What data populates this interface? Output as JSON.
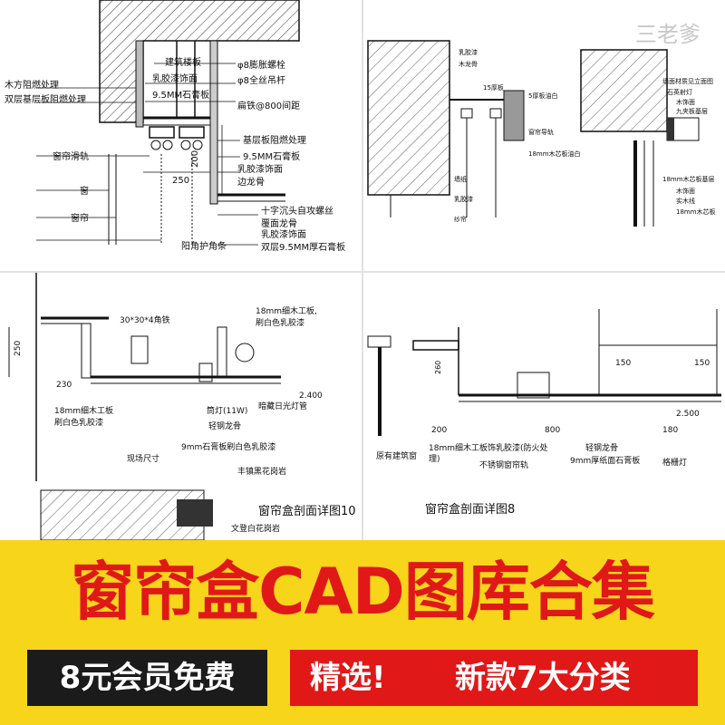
{
  "watermark": "三老爹",
  "panel1": {
    "labels": {
      "l1": "建筑楼板",
      "l2": "φ8膨胀螺栓",
      "l3": "乳胶漆饰面",
      "l4": "φ8全丝吊杆",
      "l5": "9.5MM石膏板",
      "l6": "扁铁@800间距",
      "l7": "基层板阻燃处理",
      "l8": "9.5MM石膏板",
      "l9": "乳胶漆饰面",
      "l10": "边龙骨",
      "l11": "十字沉头自攻螺丝",
      "l12": "覆面龙骨",
      "l13": "乳胶漆饰面",
      "l14": "双层9.5MM厚石膏板",
      "r1": "木方阻燃处理",
      "r2": "双层基层板阻燃处理",
      "r3": "窗帘滑轨",
      "r4": "窗",
      "r5": "窗帘",
      "r6": "阳角护角条",
      "d1": "250",
      "d2": "200"
    }
  },
  "panel2": {
    "labels": {
      "a1": "乳胶漆",
      "a2": "木龙骨",
      "a3": "15厚板",
      "a4": "5厚板油白",
      "a5": "窗帘导轨",
      "a6": "18mm木芯板油白",
      "a7": "墙纸",
      "a8": "乳胶漆",
      "a9": "纱帘",
      "b1": "墙面材质见立面图",
      "b2": "石英射灯",
      "b3": "木饰面",
      "b4": "九夹板基层",
      "b5": "18mm木芯板基层",
      "b6": "木饰面",
      "b7": "实木线",
      "b8": "18mm木芯板"
    }
  },
  "panel3": {
    "labels": {
      "c1": "18mm细木工板,",
      "c2": "刷白色乳胶漆",
      "c3": "30*30*4角铁",
      "c4": "筒灯(11W)",
      "c5": "暗藏日光灯管",
      "c6": "2.400",
      "c7": "轻钢龙骨",
      "c8": "18mm细木工板",
      "c9": "刷白色乳胶漆",
      "c10": "9mm石膏板刷白色乳胶漆",
      "c11": "现场尺寸",
      "c12": "丰镇黑花岗岩",
      "c13": "文登白花岗岩",
      "d1": "250",
      "d2": "230"
    },
    "caption": "窗帘盒剖面详图10"
  },
  "panel4": {
    "labels": {
      "e1": "150",
      "e2": "150",
      "e3": "260",
      "e4": "2.500",
      "e5": "200",
      "e6": "800",
      "e7": "180",
      "e8": "原有建筑窗",
      "e9": "18mm细木工板饰乳胶漆(防火处",
      "e10": "理)",
      "e11": "不锈钢窗帘轨",
      "e12": "轻钢龙骨",
      "e13": "9mm厚纸面石膏板",
      "e14": "格栅灯"
    },
    "caption": "窗帘盒剖面详图8"
  },
  "banner": {
    "title": "窗帘盒CAD图库合集",
    "badge_left": "8元会员免费",
    "badge_right_1": "精选!",
    "badge_right_2": "新款7大分类",
    "colors": {
      "background": "#f6d51a",
      "title": "#e01818",
      "left_badge": "#1b1b1b",
      "right_badge": "#e01818"
    }
  }
}
